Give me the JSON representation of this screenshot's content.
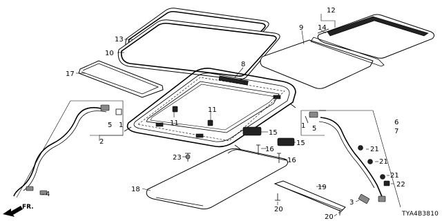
{
  "callouts": {
    "c1a": "1",
    "c1b": "1",
    "c2": "2",
    "c3": "3",
    "c4": "4",
    "c5a": "5",
    "c5b": "5",
    "c6": "6",
    "c7": "7",
    "c8": "8",
    "c9": "9",
    "c10": "10",
    "c11a": "11",
    "c11b": "11",
    "c12": "12",
    "c13": "13",
    "c14": "14",
    "c15a": "15",
    "c15b": "15",
    "c16a": "16",
    "c16b": "16",
    "c17": "17",
    "c18": "18",
    "c19": "19",
    "c20a": "20",
    "c20b": "20",
    "c21a": "21",
    "c21b": "21",
    "c21c": "21",
    "c22": "22",
    "c23": "23"
  },
  "diagram_code": "TYA4B3810",
  "front_label": "FR."
}
